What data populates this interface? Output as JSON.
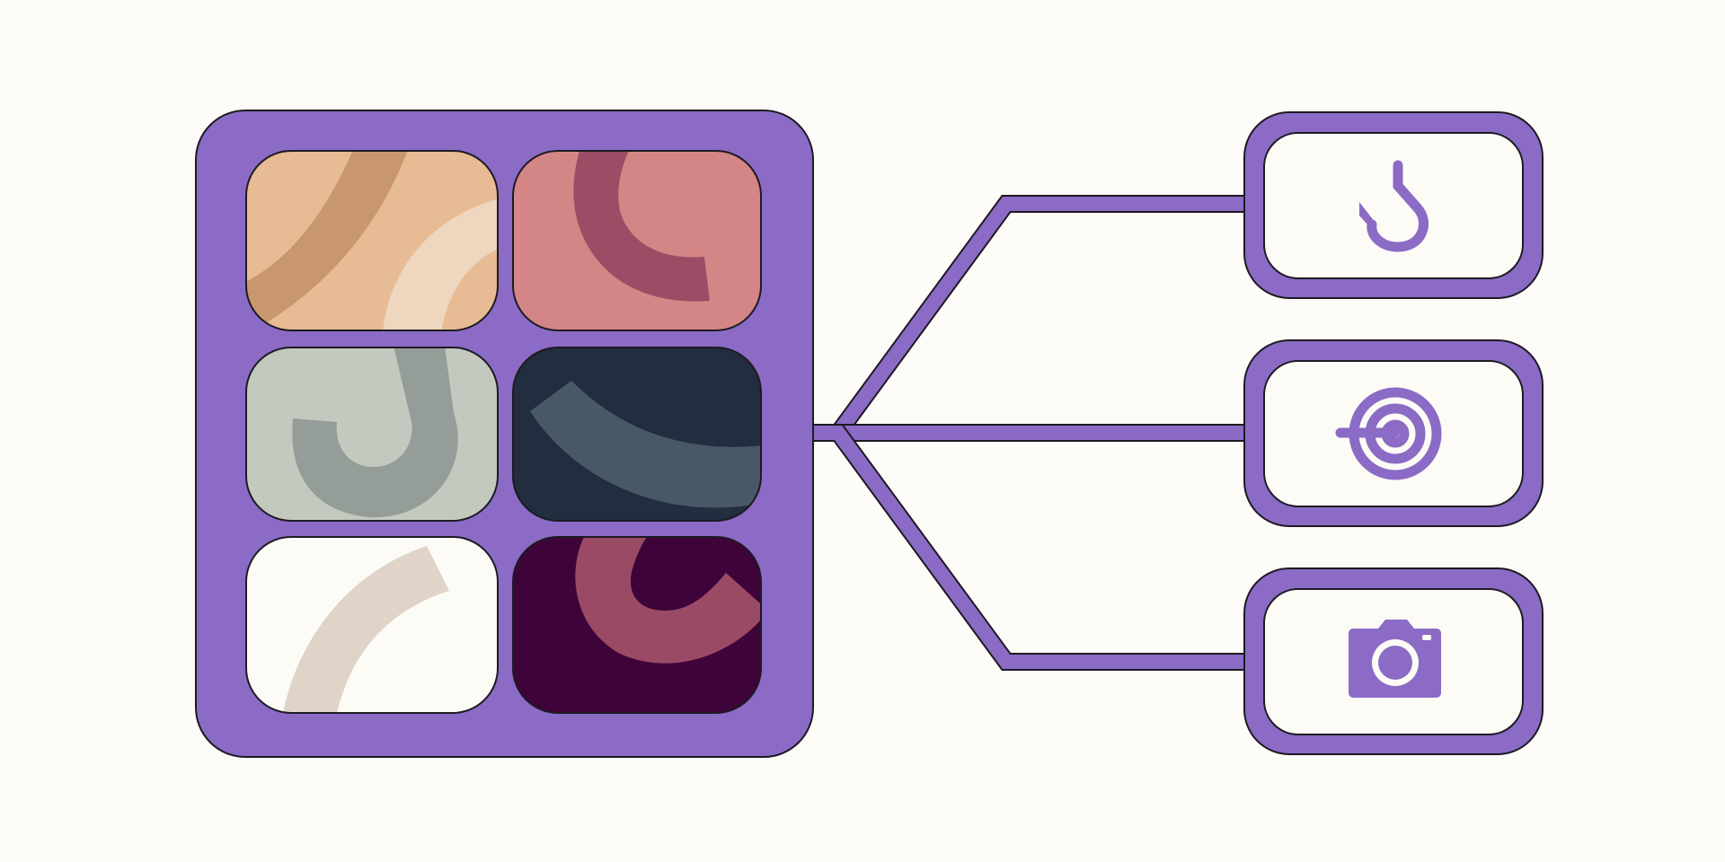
{
  "diagram": {
    "accent_color": "#8b6bc5",
    "outline_color": "#1d1a22",
    "background_color": "#fdfcf9",
    "card_background": "#fcfbf6",
    "palette": {
      "name": "swatch-grid",
      "swatches": [
        {
          "name": "peach",
          "base": "#e7bb93",
          "stripe": "#c8976d",
          "accent": "#eed6bf"
        },
        {
          "name": "rose",
          "base": "#d48585",
          "stripe": "#9c4d66"
        },
        {
          "name": "sage",
          "base": "#c4c9c0",
          "stripe": "#959d98"
        },
        {
          "name": "navy",
          "base": "#222d40",
          "stripe": "#495867"
        },
        {
          "name": "cream",
          "base": "#fcfbf6",
          "stripe": "#e0d3c8"
        },
        {
          "name": "plum",
          "base": "#3e043a",
          "stripe": "#9b4a66"
        }
      ]
    },
    "outputs": [
      {
        "name": "hook",
        "icon": "fishing-hook-icon"
      },
      {
        "name": "target",
        "icon": "spiral-target-icon"
      },
      {
        "name": "camera",
        "icon": "camera-icon"
      }
    ]
  }
}
